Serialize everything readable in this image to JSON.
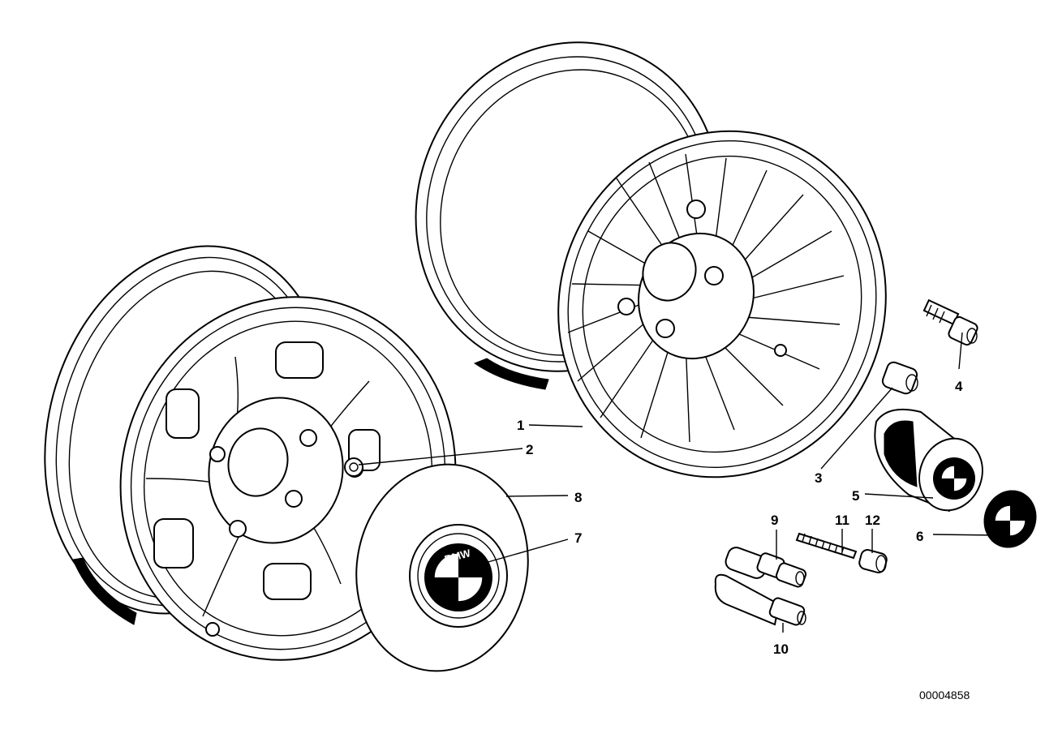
{
  "diagram": {
    "callouts": [
      {
        "id": "1",
        "label": "1"
      },
      {
        "id": "2",
        "label": "2"
      },
      {
        "id": "3",
        "label": "3"
      },
      {
        "id": "4",
        "label": "4"
      },
      {
        "id": "5",
        "label": "5"
      },
      {
        "id": "6",
        "label": "6"
      },
      {
        "id": "7",
        "label": "7"
      },
      {
        "id": "8",
        "label": "8"
      },
      {
        "id": "9",
        "label": "9"
      },
      {
        "id": "10",
        "label": "10"
      },
      {
        "id": "11",
        "label": "11"
      },
      {
        "id": "12",
        "label": "12"
      }
    ],
    "hubcap_lettering": "BMW",
    "document_number": "00004858"
  }
}
